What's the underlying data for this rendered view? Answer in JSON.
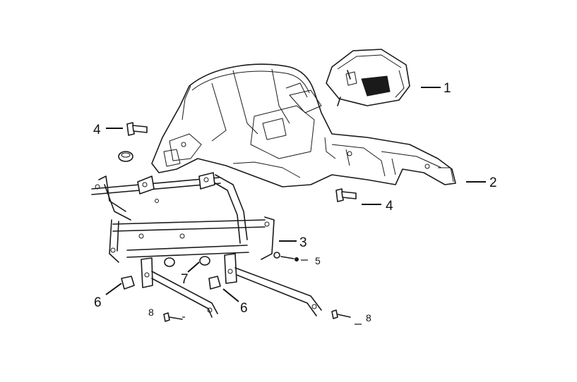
{
  "callouts": {
    "c1": "1",
    "c2": "2",
    "c3": "3",
    "c4a": "4",
    "c4b": "4",
    "c5": "5",
    "c6a": "6",
    "c6b": "6",
    "c7": "7",
    "c8a": "8",
    "c8b": "8"
  }
}
